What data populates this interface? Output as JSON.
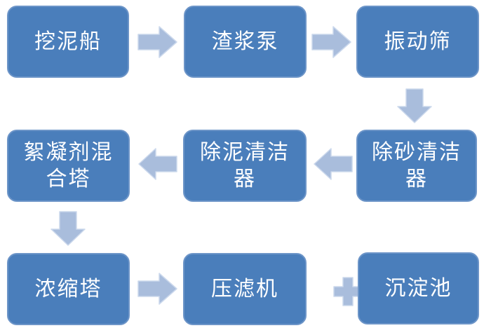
{
  "diagram": {
    "type": "flowchart",
    "colors": {
      "background": "#ffffff",
      "nodeFill": "#4a7ebb",
      "nodeBorder": "#6d95c8",
      "nodeText": "#ffffff",
      "arrowFill": "#a9bddc",
      "arrowBorder": "#cbd8ec"
    },
    "nodes": [
      {
        "id": "dredger",
        "label": "挖泥船",
        "row": 1,
        "col": 1
      },
      {
        "id": "slurry-pump",
        "label": "渣浆泵",
        "row": 1,
        "col": 2
      },
      {
        "id": "vibrating-screen",
        "label": "振动筛",
        "row": 1,
        "col": 3
      },
      {
        "id": "flocculant-mixing-tower",
        "label": "絮凝剂混\n合塔",
        "row": 2,
        "col": 1
      },
      {
        "id": "mud-removal-cleaner",
        "label": "除泥清洁\n器",
        "row": 2,
        "col": 2
      },
      {
        "id": "sand-removal-cleaner",
        "label": "除砂清洁\n器",
        "row": 2,
        "col": 3
      },
      {
        "id": "thickening-tower",
        "label": "浓缩塔",
        "row": 3,
        "col": 1
      },
      {
        "id": "filter-press",
        "label": "压滤机",
        "row": 3,
        "col": 2
      },
      {
        "id": "sedimentation-pond",
        "label": "沉淀池",
        "row": 3,
        "col": 3
      }
    ],
    "connectors": [
      {
        "type": "arrow-right",
        "from": "挖泥船",
        "to": "渣浆泵"
      },
      {
        "type": "arrow-right",
        "from": "渣浆泵",
        "to": "振动筛"
      },
      {
        "type": "arrow-down",
        "from": "振动筛",
        "to": "除砂清洁器"
      },
      {
        "type": "arrow-left",
        "from": "除砂清洁器",
        "to": "除泥清洁器"
      },
      {
        "type": "arrow-left",
        "from": "除泥清洁器",
        "to": "絮凝剂混合塔"
      },
      {
        "type": "arrow-down",
        "from": "絮凝剂混合塔",
        "to": "浓缩塔"
      },
      {
        "type": "arrow-right",
        "from": "浓缩塔",
        "to": "压滤机"
      },
      {
        "type": "plus",
        "between": [
          "压滤机",
          "沉淀池"
        ]
      }
    ]
  }
}
